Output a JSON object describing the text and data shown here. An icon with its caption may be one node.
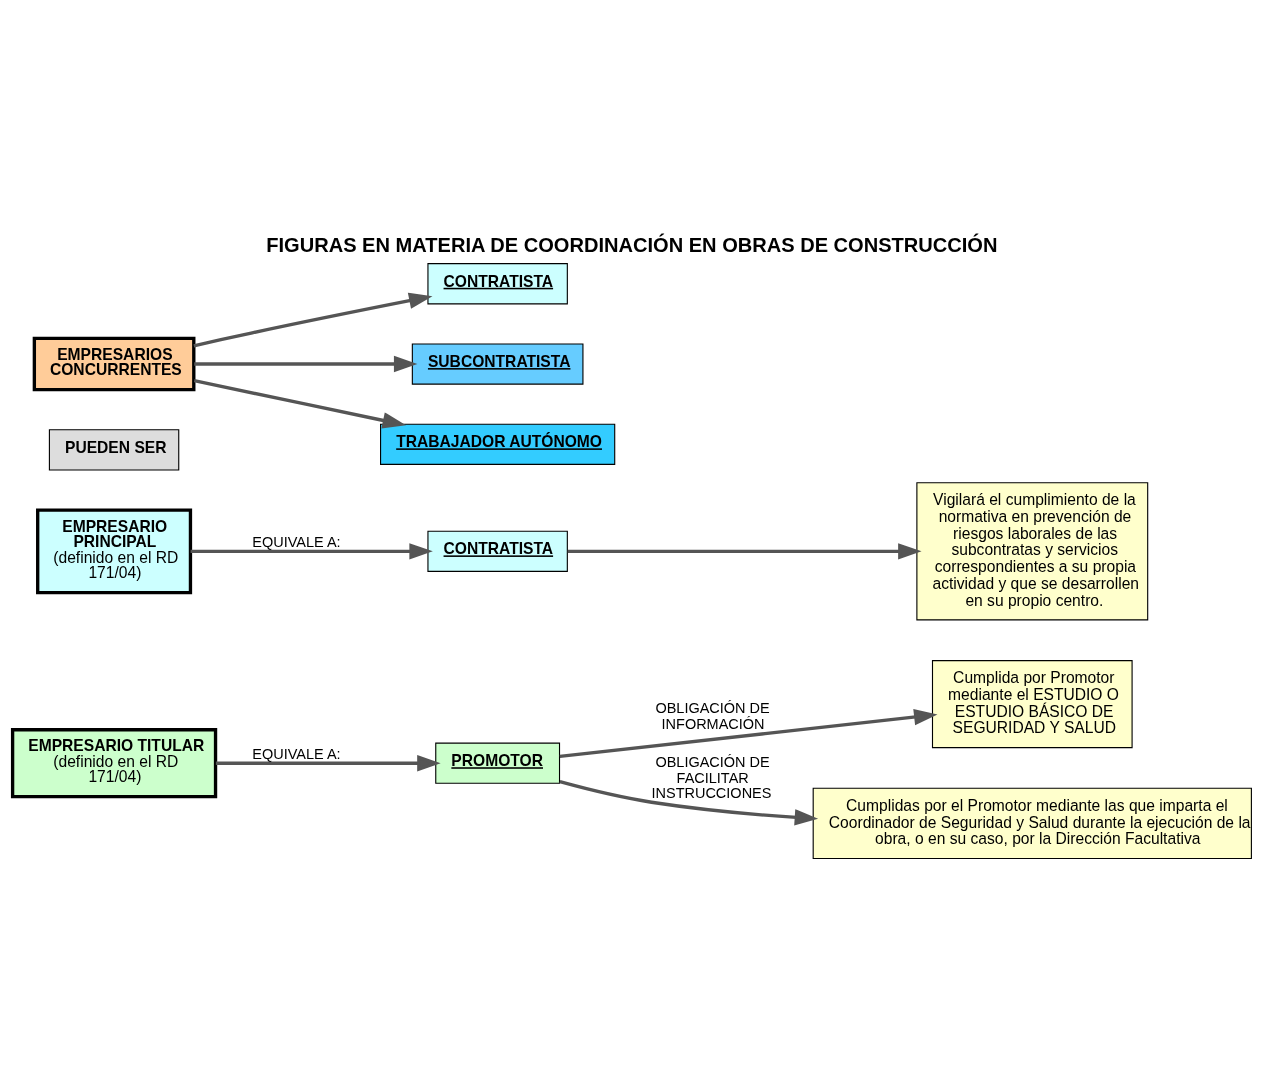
{
  "diagram": {
    "title": "FIGURAS EN MATERIA DE COORDINACIÓN EN OBRAS DE CONSTRUCCIÓN",
    "nodes": [
      {
        "text": [
          "EMPRESARIO TITULAR",
          "(definido en el RD 171/04)"
        ]
      },
      {
        "text": [
          "PROMOTOR"
        ]
      },
      {
        "text": [
          "Cumplida por Promotor mediante el ESTUDIO O ESTUDIO BÁSICO DE SEGURIDAD Y SALUD"
        ]
      },
      {
        "text": [
          "Cumplidas por el Promotor mediante las que imparta el Coordinador de Seguridad y Salud durante la ejecución de la obra, o en su caso, por la Dirección Facultativa"
        ]
      },
      {
        "text": [
          "EMPRESARIO PRINCIPAL",
          "(definido en el RD 171/04)"
        ]
      },
      {
        "text": [
          "CONTRATISTA"
        ]
      },
      {
        "text": [
          "Vigilará el cumplimiento de la normativa en prevención de riesgos laborales de las subcontratas y servicios correspondientes a su propia actividad y que se desarrollen en su propio centro."
        ]
      },
      {
        "text": [
          "PUEDEN SER"
        ]
      },
      {
        "text": [
          "EMPRESARIOS CONCURRENTES"
        ]
      },
      {
        "text": [
          "CONTRATISTA"
        ]
      },
      {
        "text": [
          "SUBCONTRATISTA"
        ]
      },
      {
        "text": [
          "TRABAJADOR AUTÓNOMO"
        ]
      }
    ],
    "edges": [
      {
        "from": 0,
        "to": 1,
        "arrow": "to",
        "label": "EQUIVALE A:"
      },
      {
        "from": 1,
        "to": 2,
        "arrow": "to",
        "label": "OBLIGACIÓN DE INFORMACIÓN"
      },
      {
        "from": 1,
        "to": 3,
        "arrow": "to",
        "label": "OBLIGACIÓN DE FACILITAR INSTRUCCIONES"
      },
      {
        "from": 4,
        "to": 5,
        "arrow": "to",
        "label": "EQUIVALE A:"
      },
      {
        "from": 5,
        "to": 6,
        "arrow": "to"
      },
      {
        "from": 8,
        "to": 9,
        "arrow": "to"
      },
      {
        "from": 8,
        "to": 10,
        "arrow": "to"
      },
      {
        "from": 8,
        "to": 11,
        "arrow": "to"
      }
    ]
  }
}
